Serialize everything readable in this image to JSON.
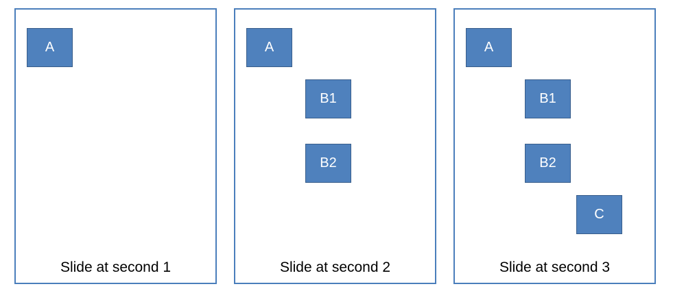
{
  "slides": [
    {
      "caption": "Slide at second 1",
      "boxes": [
        "A"
      ]
    },
    {
      "caption": "Slide at second 2",
      "boxes": [
        "A",
        "B1",
        "B2"
      ]
    },
    {
      "caption": "Slide at second 3",
      "boxes": [
        "A",
        "B1",
        "B2",
        "C"
      ]
    }
  ],
  "colors": {
    "box_fill": "#4f81bd",
    "box_border": "#385d8a",
    "frame_border": "#4a7ebb",
    "box_text": "#ffffff"
  }
}
